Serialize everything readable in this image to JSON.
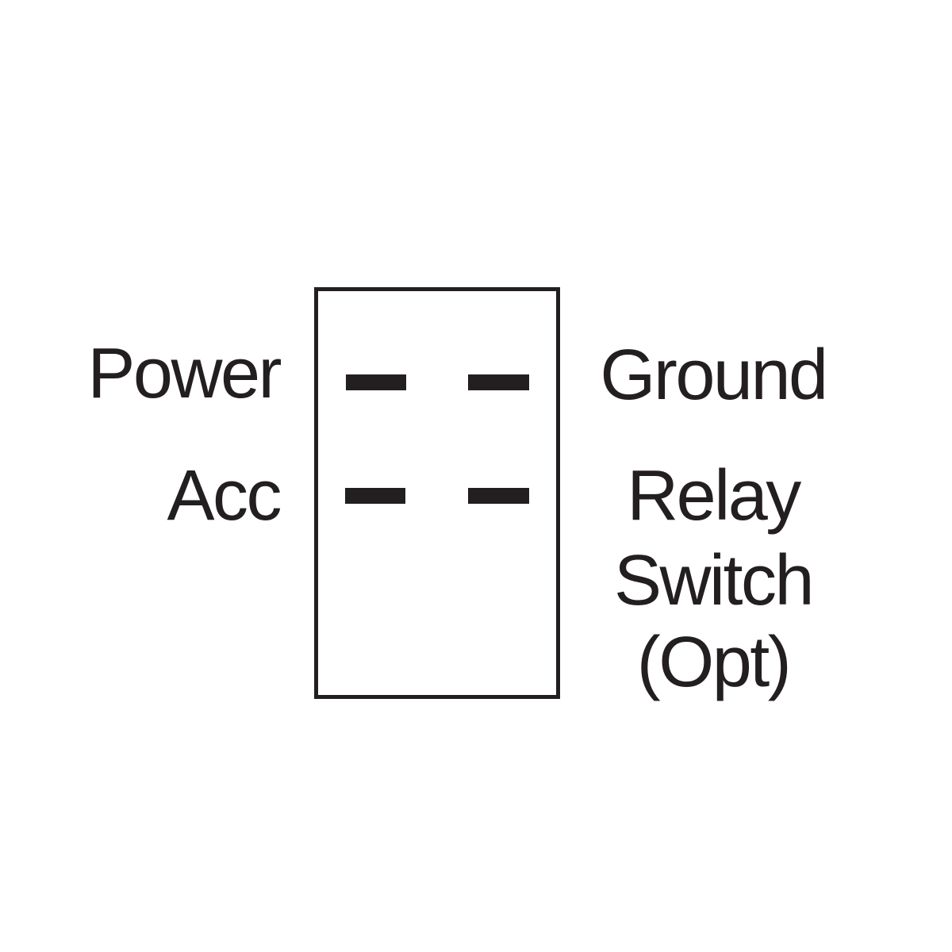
{
  "diagram": {
    "type": "switch-terminal-wiring-diagram",
    "colors": {
      "ink": "#231f20",
      "background": "#ffffff"
    },
    "switch_body": {
      "shape": "rectangle",
      "terminal_count": 4
    },
    "terminals": [
      {
        "id": "power",
        "side": "left",
        "row": "top",
        "label": "Power"
      },
      {
        "id": "ground",
        "side": "right",
        "row": "top",
        "label": "Ground"
      },
      {
        "id": "acc",
        "side": "left",
        "row": "bottom",
        "label": "Acc"
      },
      {
        "id": "relay_switch",
        "side": "right",
        "row": "bottom",
        "label_lines": [
          "Relay",
          "Switch",
          "(Opt)"
        ]
      }
    ]
  }
}
